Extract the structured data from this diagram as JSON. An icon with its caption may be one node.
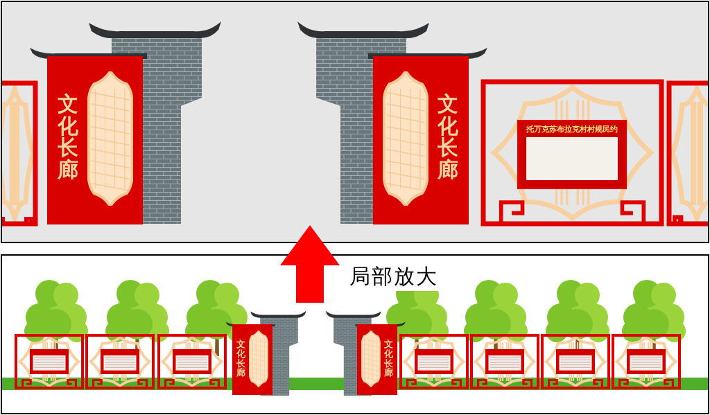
{
  "diagram": {
    "nodes": [
      {
        "text": [],
        "shape": "box"
      },
      {
        "text": [
          "文化长廊"
        ],
        "in": 0
      },
      {
        "text": [
          "文化长廊"
        ],
        "in": 0
      },
      {
        "text": [
          "托万克苏布拉克村村规民约"
        ],
        "in": 0
      },
      {
        "text": [],
        "shape": "box"
      },
      {
        "text": [
          "文化长廊"
        ],
        "in": 4
      },
      {
        "text": [
          "文化长廊"
        ],
        "in": 4
      }
    ],
    "edges": [
      {
        "from": 4,
        "to": 0,
        "arrow": "to",
        "label": "局部放大"
      }
    ]
  }
}
